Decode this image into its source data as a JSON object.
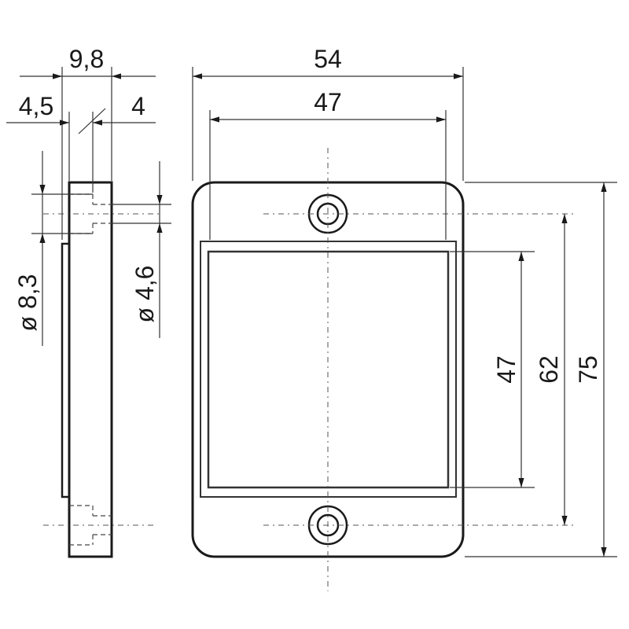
{
  "dimensions": {
    "overall_width": "54",
    "inner_width": "47",
    "overall_height": "75",
    "hole_spacing": "62",
    "inner_height": "47",
    "total_depth": "9,8",
    "flange_depth": "4,5",
    "body_depth": "4",
    "counterbore_diameter": "ø 8,3",
    "hole_diameter": "ø 4,6"
  }
}
